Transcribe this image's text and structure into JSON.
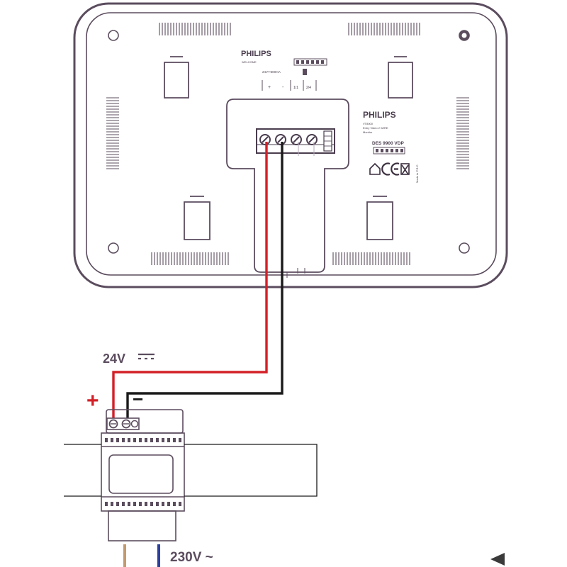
{
  "monitor": {
    "brand_top": "PHILIPS",
    "brand_top_sub": "WELCOME",
    "power_rating": "24V⎓500mA",
    "polarity_plus": "+",
    "polarity_minus": "-",
    "bus_label_1": "1/1",
    "bus_label_2": "2/4",
    "brand_label": "PHILIPS",
    "label_line_1": "VT8000",
    "label_line_2": "Entry Video 2 WIRE",
    "label_line_3": "Monitor",
    "model": "DES 9900 VDP",
    "made_in": "Made in P.R.C."
  },
  "power_supply": {
    "dc_voltage_label": "24V",
    "ac_voltage_label": "230V ~",
    "plus_symbol": "+",
    "minus_symbol": "−"
  },
  "colors": {
    "outline": "#5b4c5e",
    "positive_wire": "#d32027",
    "negative_wire": "#1a1a1a",
    "mains_brown": "#c49a6c",
    "mains_blue": "#2b3fa0"
  }
}
